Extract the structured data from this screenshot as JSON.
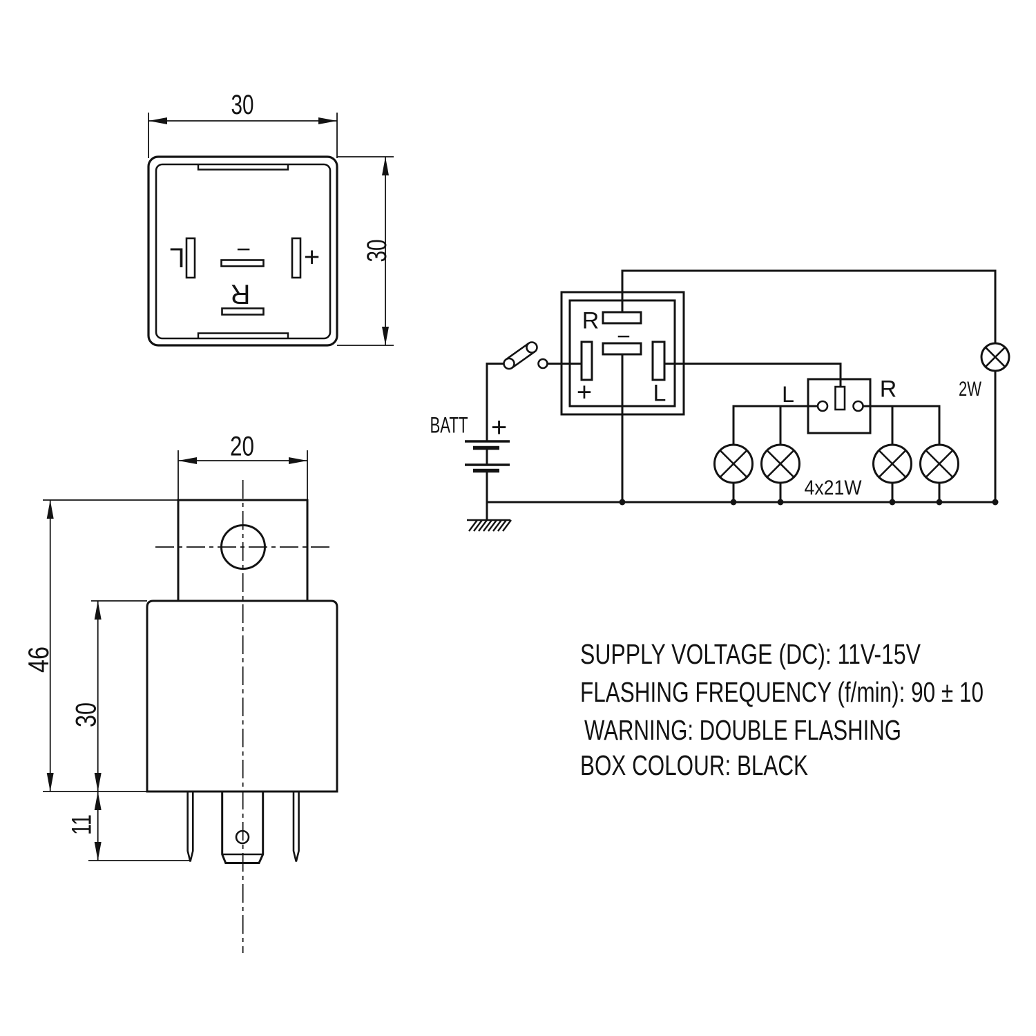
{
  "colors": {
    "background": "#ffffff",
    "ink": "#131313"
  },
  "bottom_view": {
    "width_dim": "30",
    "height_dim": "30",
    "pin_left": "L",
    "pin_minus": "−",
    "pin_plus": "+",
    "pin_right": "R"
  },
  "side_view": {
    "tab_width_dim": "20",
    "overall_height_dim": "46",
    "body_height_dim": "30",
    "pin_length_dim": "11"
  },
  "circuit": {
    "battery_label": "BATT",
    "battery_polarity": "+",
    "relay": {
      "pin_r": "R",
      "pin_minus": "−",
      "pin_plus": "+",
      "pin_l": "L"
    },
    "switch": {
      "left": "L",
      "right": "R"
    },
    "pilot_lamp_power": "2W",
    "indicator_lamps_power": "4x21W"
  },
  "specs": {
    "supply_voltage": "SUPPLY VOLTAGE (DC): 11V-15V",
    "flashing_frequency": "FLASHING FREQUENCY (f/min): 90 ± 10",
    "warning": "WARNING: DOUBLE FLASHING",
    "box_colour": "BOX COLOUR: BLACK"
  }
}
